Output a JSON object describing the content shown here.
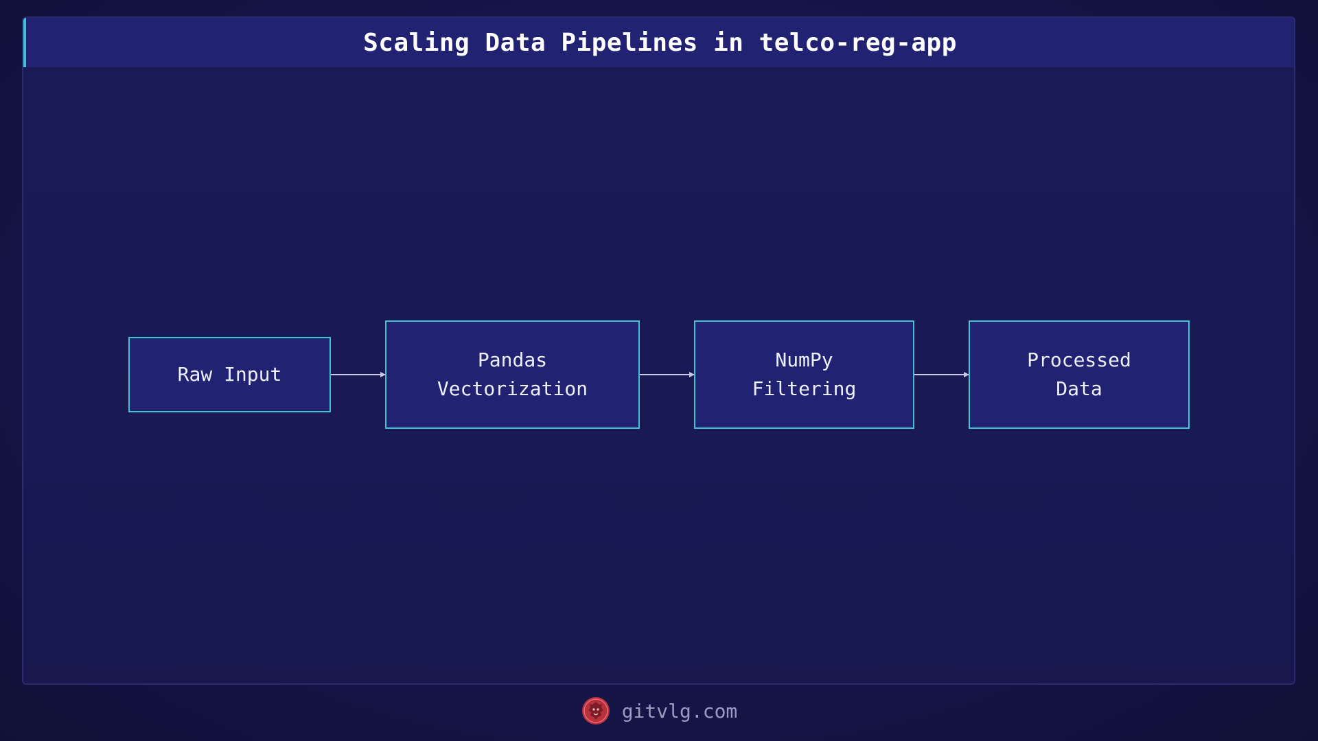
{
  "header": {
    "title": "Scaling Data Pipelines in telco-reg-app"
  },
  "diagram": {
    "nodes": [
      {
        "id": "raw-input",
        "label": "Raw Input"
      },
      {
        "id": "pandas-vectorization",
        "label": "Pandas\nVectorization"
      },
      {
        "id": "numpy-filtering",
        "label": "NumPy\nFiltering"
      },
      {
        "id": "processed-data",
        "label": "Processed\nData"
      }
    ],
    "edges": [
      {
        "from": "raw-input",
        "to": "pandas-vectorization"
      },
      {
        "from": "pandas-vectorization",
        "to": "numpy-filtering"
      },
      {
        "from": "numpy-filtering",
        "to": "processed-data"
      }
    ]
  },
  "footer": {
    "site": "gitvlg.com",
    "logo_icon": "lion-head-icon"
  },
  "colors": {
    "node_border": "#3fc4cf",
    "node_fill": "#222272",
    "header_fill": "#222272",
    "accent": "#3fc4cf",
    "logo": "#d9434f",
    "arrow": "#c9cbe6"
  }
}
